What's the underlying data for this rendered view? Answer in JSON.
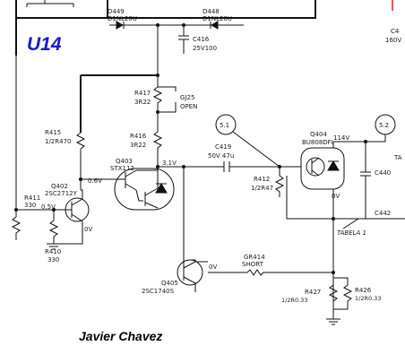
{
  "title": "U14",
  "author": "Javier Chavez",
  "table_label": "TABELA 1",
  "components": {
    "d449": {
      "name": "D449",
      "value": "D1NL20U"
    },
    "d448": {
      "name": "D448",
      "value": "D1NL20U"
    },
    "c416": {
      "name": "C416",
      "value": "25V100"
    },
    "c4_partial": {
      "name": "C4",
      "value": "160V"
    },
    "r417": {
      "name": "R417",
      "value": "3R22"
    },
    "gj25": {
      "name": "GJ25",
      "value": "OPEN"
    },
    "r416": {
      "name": "R416",
      "value": "3R22"
    },
    "r415": {
      "name": "R415",
      "value": "1/2R470"
    },
    "q403": {
      "name": "Q403",
      "value": "STX112"
    },
    "q402": {
      "name": "Q402",
      "value": "2SC2712Y"
    },
    "r411": {
      "name": "R411",
      "value": "330"
    },
    "r410": {
      "name": "R410",
      "value": "330"
    },
    "c419": {
      "name": "C419",
      "value": "50V 47u"
    },
    "r412": {
      "name": "R412",
      "value": "1/2R47"
    },
    "q404": {
      "name": "Q404",
      "value": "BU808DFI"
    },
    "c440": {
      "name": "C440"
    },
    "c442": {
      "name": "C442"
    },
    "q405": {
      "name": "Q405",
      "value": "2SC1740S"
    },
    "gr414": {
      "name": "GR414",
      "value": "SHORT"
    },
    "r427": {
      "name": "R427",
      "value": "1/2R0.33"
    },
    "r426": {
      "name": "R426",
      "value": "1/2R0.33"
    }
  },
  "test_points": {
    "tp51": "5.1",
    "tp52": "5.2"
  },
  "voltages": {
    "v114": "114V",
    "v06": "0.6V",
    "v31": "3.1V",
    "v05": "0.5V",
    "q402_e": "0V",
    "q404_e": "0V",
    "q405_c": "0V"
  },
  "partial_labels": {
    "tab": "TA"
  }
}
